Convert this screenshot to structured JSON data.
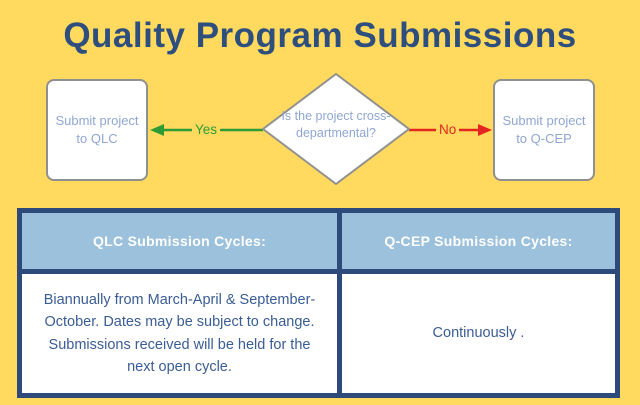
{
  "title": "Quality Program Submissions",
  "flowchart": {
    "decision_question": "Is the project cross-departmental?",
    "yes_label": "Yes",
    "no_label": "No",
    "yes_target": "Submit project to QLC",
    "no_target": "Submit project to Q-CEP"
  },
  "table": {
    "headers": [
      "QLC Submission Cycles:",
      "Q-CEP Submission Cycles:"
    ],
    "rows": [
      [
        "Biannually from March-April & September-October. Dates may be subject to change. Submissions received will be held for the next open cycle.",
        "Continuously ."
      ]
    ]
  },
  "colors": {
    "background": "#FFDA5E",
    "title_text": "#2E4E7E",
    "node_fill": "#FFFFFF",
    "node_border": "#909090",
    "node_text": "#8FA6D2",
    "yes_green": "#2E9C35",
    "no_red": "#E3261F",
    "table_border": "#2E4A7B",
    "header_bg": "#9CC1DC",
    "header_text": "#FFFFFF",
    "body_text": "#3A5C95"
  }
}
